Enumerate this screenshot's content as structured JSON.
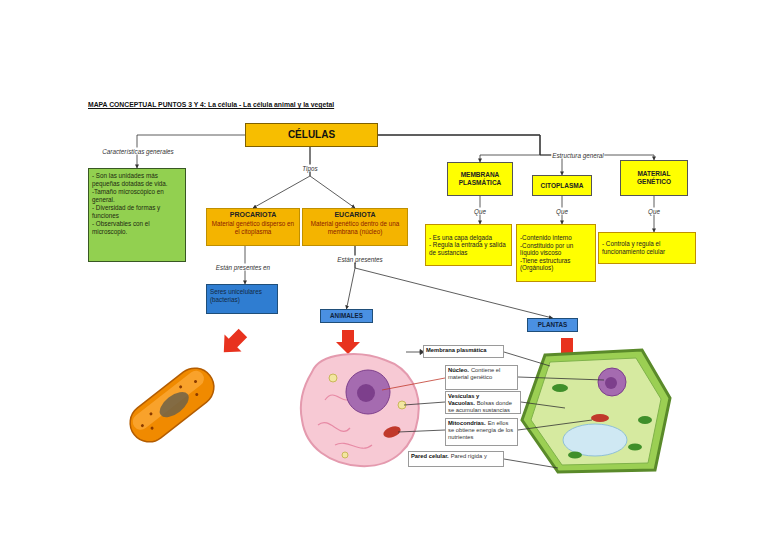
{
  "diagram": {
    "title": "MAPA CONCEPTUAL PUNTOS 3 Y 4: La célula - La célula animal y la vegetal",
    "nodes": [
      {
        "text": [
          "CÉLULAS"
        ]
      },
      {
        "text": [
          "- Son las unidades más pequeñas dotadas de vida.",
          "-Tamaño microscópico en general.",
          "- Diversidad de formas y funciones",
          "- Observables con el microscopio."
        ]
      },
      {
        "text": [
          "PROCARIOTA",
          "Material genético disperso en el citoplasma"
        ]
      },
      {
        "text": [
          "EUCARIOTA",
          "Material genético dentro de una membrana (núcleo)"
        ]
      },
      {
        "text": [
          "MEMBRANA PLASMÁTICA"
        ]
      },
      {
        "text": [
          "CITOPLASMA"
        ]
      },
      {
        "text": [
          "MATERIAL GENÉTICO"
        ]
      },
      {
        "text": [
          "Seres unicelulares (bacterias)"
        ]
      },
      {
        "text": [
          "- Es una capa delgada",
          "- Regula la entrada y salida de sustancias"
        ]
      },
      {
        "text": [
          "-Contenido interno",
          "-Constituido por un líquido viscoso",
          "-Tiene estructuras (Orgánulos)"
        ]
      },
      {
        "text": [
          "- Controla y regula el funcionamiento celular"
        ]
      },
      {
        "text": [
          "ANIMALES"
        ]
      },
      {
        "text": [
          "PLANTAS"
        ]
      },
      {
        "text": [
          "Membrana plasmática"
        ]
      },
      {
        "text": [
          "Núcleo.",
          "Contiene el material genético"
        ]
      },
      {
        "text": [
          "Vesículas y Vacuolas.",
          "Bolsas donde se acumulan sustancias"
        ]
      },
      {
        "text": [
          "Mitocondrias.",
          "En ellos se obtiene energía de los nutrientes"
        ]
      },
      {
        "text": [
          "Pared celular.",
          "Pared rígida y"
        ]
      }
    ],
    "edges": [
      {
        "from": 0,
        "to": 1,
        "label": "Características generales",
        "arrow": "to"
      },
      {
        "from": 0,
        "to": 2,
        "arrow": "to"
      },
      {
        "from": 0,
        "to": 3,
        "arrow": "to"
      },
      {
        "from": 0,
        "to": 4,
        "arrow": "to"
      },
      {
        "from": 0,
        "to": 5,
        "arrow": "to"
      },
      {
        "from": 0,
        "to": 6,
        "arrow": "to"
      },
      {
        "from": 2,
        "to": 7,
        "label": "Están presentes en",
        "arrow": "to"
      },
      {
        "from": 4,
        "to": 8,
        "label": "Que",
        "arrow": "to"
      },
      {
        "from": 5,
        "to": 9,
        "label": "Que",
        "arrow": "to"
      },
      {
        "from": 6,
        "to": 10,
        "label": "Que",
        "arrow": "to"
      },
      {
        "from": 3,
        "to": 11,
        "arrow": "to"
      },
      {
        "from": 3,
        "to": 12,
        "arrow": "to"
      }
    ],
    "labels": [
      "Tipos",
      "Estructura general",
      "Están presentes"
    ]
  }
}
